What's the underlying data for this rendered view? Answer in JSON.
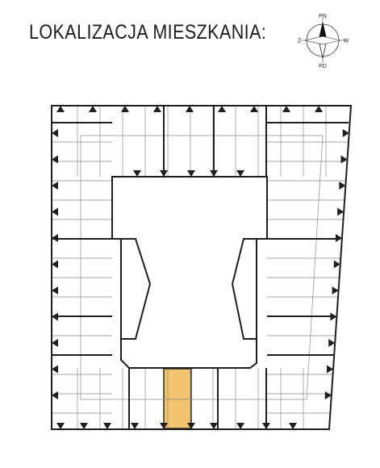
{
  "title": "LOKALIZACJA MIESZKANIA:",
  "compass": {
    "north": "PN",
    "south": "PD",
    "west": "Z",
    "east": "W"
  },
  "highlight_color": "#F3C46E"
}
